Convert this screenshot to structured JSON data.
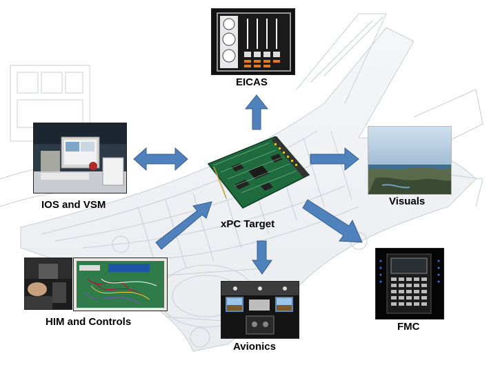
{
  "diagram": {
    "center": {
      "label": "xPC Target"
    },
    "nodes": [
      {
        "id": "eicas",
        "label": "EICAS"
      },
      {
        "id": "ios",
        "label": "IOS and VSM"
      },
      {
        "id": "visuals",
        "label": "Visuals"
      },
      {
        "id": "him",
        "label": "HIM and Controls"
      },
      {
        "id": "avionics",
        "label": "Avionics"
      },
      {
        "id": "fmc",
        "label": "FMC"
      }
    ],
    "edges": [
      {
        "from": "xpc",
        "to": "eicas",
        "direction": "to"
      },
      {
        "from": "xpc",
        "to": "ios",
        "direction": "both"
      },
      {
        "from": "xpc",
        "to": "visuals",
        "direction": "to"
      },
      {
        "from": "him",
        "to": "xpc",
        "direction": "to"
      },
      {
        "from": "xpc",
        "to": "avionics",
        "direction": "to"
      },
      {
        "from": "xpc",
        "to": "fmc",
        "direction": "to"
      }
    ],
    "colors": {
      "arrow_fill": "#4f81bd",
      "arrow_stroke": "#385d8a",
      "background_line": "#c9ced3"
    }
  }
}
